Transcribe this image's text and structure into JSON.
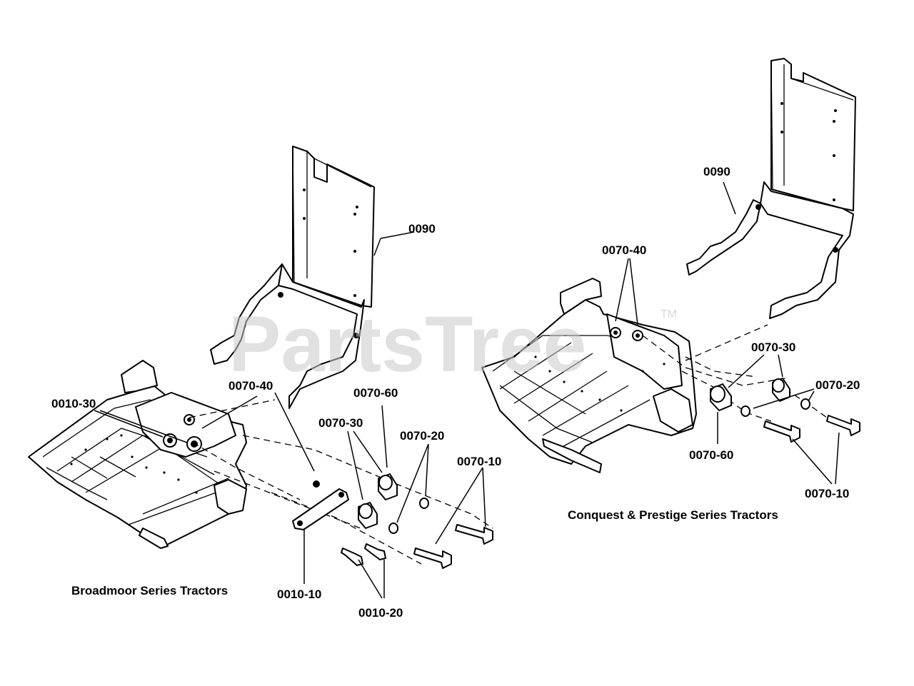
{
  "watermark": {
    "text": "PartsTree",
    "trademark": "TM"
  },
  "captions": {
    "left": "Broadmoor Series Tractors",
    "right": "Conquest & Prestige Series Tractors"
  },
  "left_callouts": {
    "c0090": "0090",
    "c0070_40": "0070-40",
    "c0010_30": "0010-30",
    "c0070_60": "0070-60",
    "c0070_30": "0070-30",
    "c0070_20": "0070-20",
    "c0070_10": "0070-10",
    "c0010_10": "0010-10",
    "c0010_20": "0010-20"
  },
  "right_callouts": {
    "c0090": "0090",
    "c0070_40": "0070-40",
    "c0070_30": "0070-30",
    "c0070_20": "0070-20",
    "c0070_60": "0070-60",
    "c0070_10": "0070-10"
  }
}
